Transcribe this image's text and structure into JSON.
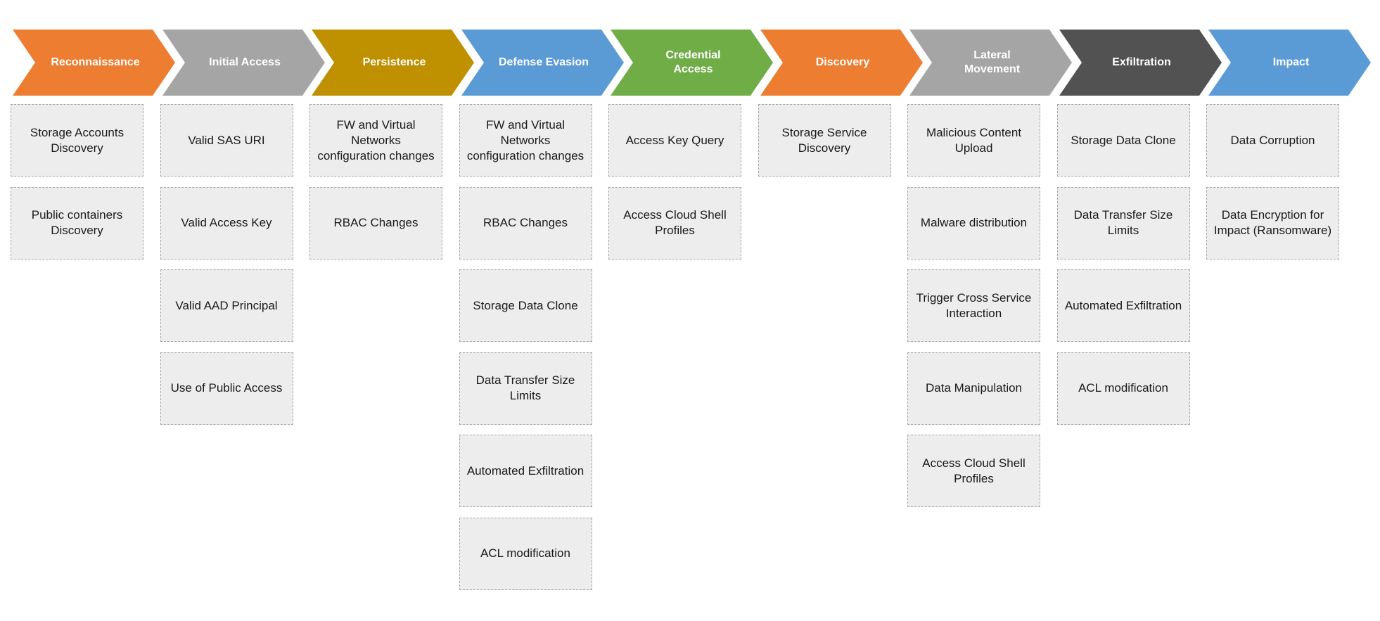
{
  "stages": [
    {
      "label": "Reconnaissance",
      "color": "#ed7d31",
      "techniques": [
        "Storage Accounts Discovery",
        "Public containers Discovery"
      ]
    },
    {
      "label": "Initial Access",
      "color": "#a5a5a5",
      "techniques": [
        "Valid SAS URI",
        "Valid Access Key",
        "Valid AAD Principal",
        "Use of Public Access"
      ]
    },
    {
      "label": "Persistence",
      "color": "#bf9000",
      "techniques": [
        "FW and Virtual Networks configuration changes",
        "RBAC Changes"
      ]
    },
    {
      "label": "Defense Evasion",
      "color": "#5b9bd5",
      "techniques": [
        "FW and Virtual Networks configuration changes",
        "RBAC Changes",
        "Storage Data Clone",
        "Data Transfer Size Limits",
        "Automated Exfiltration",
        "ACL modification"
      ]
    },
    {
      "label": "Credential\nAccess",
      "color": "#70ad47",
      "techniques": [
        "Access Key Query",
        "Access Cloud Shell Profiles"
      ]
    },
    {
      "label": "Discovery",
      "color": "#ed7d31",
      "techniques": [
        "Storage Service Discovery"
      ]
    },
    {
      "label": "Lateral\nMovement",
      "color": "#a5a5a5",
      "techniques": [
        "Malicious Content Upload",
        "Malware distribution",
        "Trigger Cross Service Interaction",
        "Data Manipulation",
        "Access Cloud Shell Profiles"
      ]
    },
    {
      "label": "Exfiltration",
      "color": "#525252",
      "techniques": [
        "Storage Data Clone",
        "Data Transfer Size Limits",
        "Automated Exfiltration",
        "ACL modification"
      ]
    },
    {
      "label": "Impact",
      "color": "#5b9bd5",
      "techniques": [
        "Data Corruption",
        "Data Encryption for Impact (Ransomware)"
      ]
    }
  ]
}
